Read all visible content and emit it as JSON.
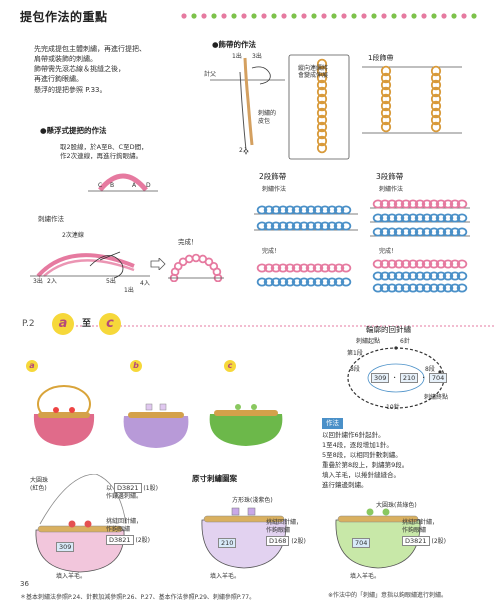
{
  "header": {
    "title": "提包作法的重點"
  },
  "intro": {
    "lines": [
      "先完成提包主體刺繡，再進行提把、",
      "肩帶或裝飾的刺繡。",
      "飾帶需先滾芯線＆挑縫之後，",
      "再進行鉤眼繡。",
      "懸浮的提把參照 P.33。"
    ]
  },
  "strap": {
    "heading": "●飾帶的作法",
    "label_1out": "1出",
    "label_3out": "3出",
    "label_counter": "計父",
    "label_2in": "2入",
    "label_wire": "刺繡的\n皮包",
    "label_note": "縱向連續將\n會變成伸展",
    "one_row": "1段飾帶",
    "two_row": "2段飾帶",
    "three_row": "3段飾帶",
    "method": "刺繡作法",
    "done": "完成！"
  },
  "floating": {
    "heading": "●懸浮式提把的作法",
    "desc": [
      "取2股線，於A至B、C至D間，",
      "作2次連線，再進行鉤眼繡。"
    ],
    "labels": [
      "C",
      "B",
      "A",
      "D"
    ],
    "method": "刺繡作法",
    "twice": "2次連線",
    "done": "完成！",
    "n3out": "3出",
    "n2in": "2入",
    "n5out": "5出",
    "n4in": "4入",
    "n1out": "1出"
  },
  "section": {
    "page": "P.2",
    "from": "a",
    "to": "c",
    "between": "至"
  },
  "thumbs": {
    "a": "a",
    "b": "b",
    "c": "c"
  },
  "ring": {
    "heading": "輪廓的回針繡",
    "top": "刺繡起點",
    "n6": "6針",
    "row1": "第1段",
    "r8l": "8段",
    "r8r": "8段",
    "n10": "10針",
    "end": "刺繡終點",
    "codes": [
      "309",
      "210",
      "704"
    ]
  },
  "howto": {
    "tag": "作法",
    "steps": [
      "以回針繡作6針起針。",
      "1至4段，逐段增加1針。",
      "5至8段，以相同針數刺繡。",
      "重疊於第8段上，刺繡第9段。",
      "填入羊毛，以捲針縫縫合。",
      "進行鑲邊刺繡。"
    ]
  },
  "bag_a": {
    "big_bead": "大圓珠\n(紅色)",
    "bead_line": "以",
    "code1": "D3821",
    "code1_note": "(1股)",
    "code1_desc": "作鑲邊刺繡。",
    "desc2": "挑縫回針繡，\n作鉤眼繡",
    "code2": "D3821",
    "code2_note": "(2股)",
    "center": "309",
    "fill": "填入羊毛。"
  },
  "bag_b": {
    "heading": "原寸刺繡圖案",
    "cube": "方形珠(淺紫色)",
    "desc": "挑縫回針繡，\n作鉤眼繡",
    "code": "D168",
    "code_note": "(2股)",
    "center": "210",
    "fill": "填入羊毛。"
  },
  "bag_c": {
    "big_bead": "大圓珠(苔綠色)",
    "desc": "挑縫回針繡，\n作鉤眼繡",
    "code": "D3821",
    "code_note": "(2股)",
    "center": "704",
    "fill": "填入羊毛。"
  },
  "footer": {
    "page_number": "36",
    "refs": "＊基本刺繡法參照P.24、針數加減參照P.26、P.27、基本作法參照P.29、刺繡參照P.77。",
    "note": "※作法中的「刺繡」意指以鉤眼繡進行刺繡。"
  },
  "colors": {
    "pink": "#e67aa0",
    "green": "#7cc24a",
    "gold": "#d89a3a",
    "yellow": "#f6d83a",
    "lilac": "#b88fd6",
    "lightpink": "#f2c6dc",
    "lightgreen": "#c8e8a8",
    "lightlilac": "#e2d2f0"
  }
}
